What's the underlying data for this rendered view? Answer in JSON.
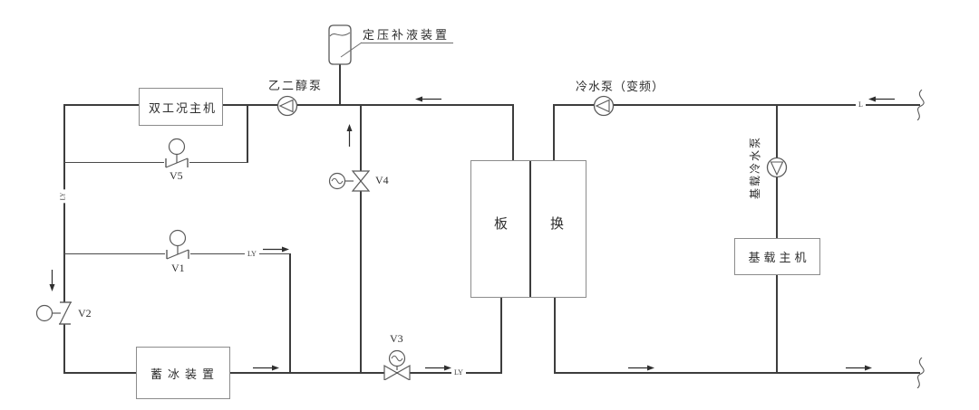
{
  "equipment": {
    "expansion_tank": "定压补液装置",
    "dual_mode_chiller": "双工况主机",
    "ice_storage": "蓄冰装置",
    "heat_exchanger_left": "板",
    "heat_exchanger_right": "换",
    "base_load_chiller": "基载主机"
  },
  "pumps": {
    "glycol_pump": "乙二醇泵",
    "chilled_water_pump": "冷水泵（变频）",
    "base_load_chw_pump": "基载冷水泵"
  },
  "valves": {
    "v1": "V1",
    "v2": "V2",
    "v3": "V3",
    "v4": "V4",
    "v5": "V5"
  },
  "line_tags": {
    "riser_ly": "LY",
    "v1_branch_ly": "LY",
    "v3_outlet_ly": "LY",
    "right_supply_l": "L"
  },
  "symbols": {
    "pump": "circle-with-inscribed-triangle",
    "motor_valve": "bowtie-valve-with-wave-actuator-circle",
    "manual_valve": "slash-valve-with-round-actuator",
    "flow_arrow": "line-with-solid-arrowhead",
    "pipe_break": "s-curve-break-mark",
    "expansion_tank": "cylinder-with-liquid-level-wave"
  },
  "colors": {
    "pipe": "#3d3d3d",
    "symbol_stroke": "#5a5a5a",
    "box_border": "#8c8c8c",
    "text": "#2e2e2e",
    "background": "#ffffff"
  }
}
